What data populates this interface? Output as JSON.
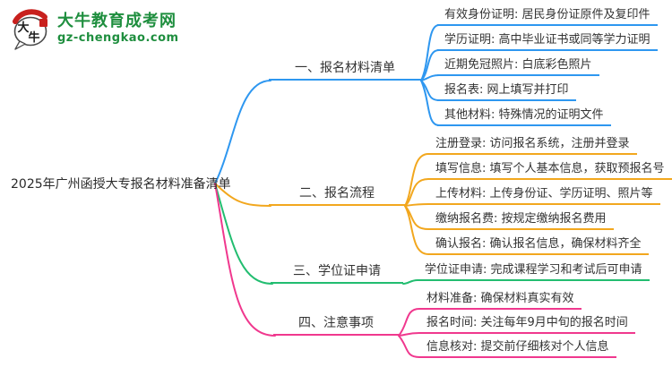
{
  "site": {
    "logo_title": "大牛教育成考网",
    "logo_domain": "gz-chengkao.com",
    "logo_icon": "daniu-mascot-icon",
    "brand_color": "#1E8E3E",
    "mascot_text": "大牛"
  },
  "mindmap": {
    "root": {
      "label": "2025年广州函授大专报名材料准备清单"
    },
    "branch_colors": {
      "materials": "#2E97F0",
      "process": "#F2A71E",
      "degree": "#22BD70",
      "notes": "#F0388E"
    },
    "branches": [
      {
        "label": "一、报名材料清单",
        "color": "#2E97F0",
        "children": [
          "有效身份证明: 居民身份证原件及复印件",
          "学历证明: 高中毕业证书或同等学力证明",
          "近期免冠照片: 白底彩色照片",
          "报名表: 网上填写并打印",
          "其他材料: 特殊情况的证明文件"
        ]
      },
      {
        "label": "二、报名流程",
        "color": "#F2A71E",
        "children": [
          "注册登录: 访问报名系统，注册并登录",
          "填写信息: 填写个人基本信息，获取预报名号",
          "上传材料: 上传身份证、学历证明、照片等",
          "缴纳报名费: 按规定缴纳报名费用",
          "确认报名: 确认报名信息，确保材料齐全"
        ]
      },
      {
        "label": "三、学位证申请",
        "color": "#22BD70",
        "children": [
          "学位证申请: 完成课程学习和考试后可申请"
        ]
      },
      {
        "label": "四、注意事项",
        "color": "#F0388E",
        "children": [
          "材料准备: 确保材料真实有效",
          "报名时间: 关注每年9月中旬的报名时间",
          "信息核对: 提交前仔细核对个人信息"
        ]
      }
    ]
  }
}
